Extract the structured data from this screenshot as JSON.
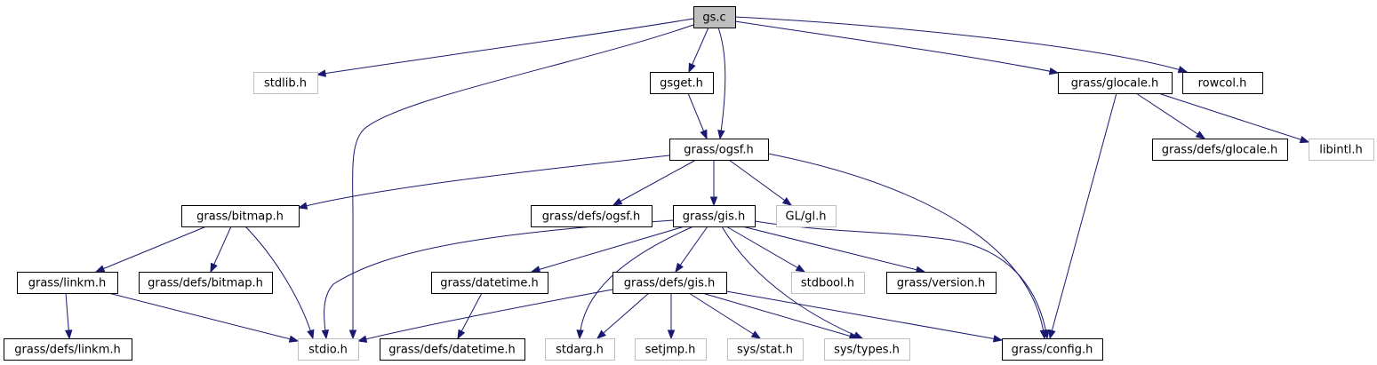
{
  "diagram": {
    "nodes": {
      "gs_c": "gs.c",
      "stdlib_h": "stdlib.h",
      "stdio_h": "stdio.h",
      "gsget_h": "gsget.h",
      "grass_ogsf_h": "grass/ogsf.h",
      "grass_glocale_h": "grass/glocale.h",
      "rowcol_h": "rowcol.h",
      "grass_bitmap_h": "grass/bitmap.h",
      "grass_defs_ogsf_h": "grass/defs/ogsf.h",
      "grass_gis_h": "grass/gis.h",
      "gl_gl_h": "GL/gl.h",
      "grass_config_h": "grass/config.h",
      "grass_linkm_h": "grass/linkm.h",
      "grass_defs_bitmap_h": "grass/defs/bitmap.h",
      "grass_defs_linkm_h": "grass/defs/linkm.h",
      "grass_datetime_h": "grass/datetime.h",
      "grass_defs_gis_h": "grass/defs/gis.h",
      "stdbool_h": "stdbool.h",
      "grass_version_h": "grass/version.h",
      "grass_defs_datetime_h": "grass/defs/datetime.h",
      "stdarg_h": "stdarg.h",
      "setjmp_h": "setjmp.h",
      "sys_stat_h": "sys/stat.h",
      "sys_types_h": "sys/types.h",
      "grass_defs_glocale_h": "grass/defs/glocale.h",
      "libintl_h": "libintl.h"
    },
    "edges": [
      [
        "gs_c",
        "stdlib_h"
      ],
      [
        "gs_c",
        "stdio_h"
      ],
      [
        "gs_c",
        "gsget_h"
      ],
      [
        "gs_c",
        "grass_ogsf_h"
      ],
      [
        "gs_c",
        "grass_glocale_h"
      ],
      [
        "gs_c",
        "rowcol_h"
      ],
      [
        "gsget_h",
        "grass_ogsf_h"
      ],
      [
        "grass_ogsf_h",
        "grass_bitmap_h"
      ],
      [
        "grass_ogsf_h",
        "grass_defs_ogsf_h"
      ],
      [
        "grass_ogsf_h",
        "grass_gis_h"
      ],
      [
        "grass_ogsf_h",
        "gl_gl_h"
      ],
      [
        "grass_ogsf_h",
        "grass_config_h"
      ],
      [
        "grass_glocale_h",
        "grass_config_h"
      ],
      [
        "grass_glocale_h",
        "grass_defs_glocale_h"
      ],
      [
        "grass_glocale_h",
        "libintl_h"
      ],
      [
        "grass_bitmap_h",
        "grass_linkm_h"
      ],
      [
        "grass_bitmap_h",
        "grass_defs_bitmap_h"
      ],
      [
        "grass_bitmap_h",
        "stdio_h"
      ],
      [
        "grass_linkm_h",
        "grass_defs_linkm_h"
      ],
      [
        "grass_linkm_h",
        "stdio_h"
      ],
      [
        "grass_gis_h",
        "stdio_h"
      ],
      [
        "grass_gis_h",
        "grass_datetime_h"
      ],
      [
        "grass_gis_h",
        "grass_defs_gis_h"
      ],
      [
        "grass_gis_h",
        "stdarg_h"
      ],
      [
        "grass_gis_h",
        "stdbool_h"
      ],
      [
        "grass_gis_h",
        "sys_types_h"
      ],
      [
        "grass_gis_h",
        "grass_version_h"
      ],
      [
        "grass_gis_h",
        "grass_config_h"
      ],
      [
        "grass_datetime_h",
        "grass_defs_datetime_h"
      ],
      [
        "grass_defs_gis_h",
        "stdio_h"
      ],
      [
        "grass_defs_gis_h",
        "stdarg_h"
      ],
      [
        "grass_defs_gis_h",
        "setjmp_h"
      ],
      [
        "grass_defs_gis_h",
        "sys_stat_h"
      ],
      [
        "grass_defs_gis_h",
        "sys_types_h"
      ],
      [
        "grass_defs_gis_h",
        "grass_config_h"
      ]
    ]
  }
}
